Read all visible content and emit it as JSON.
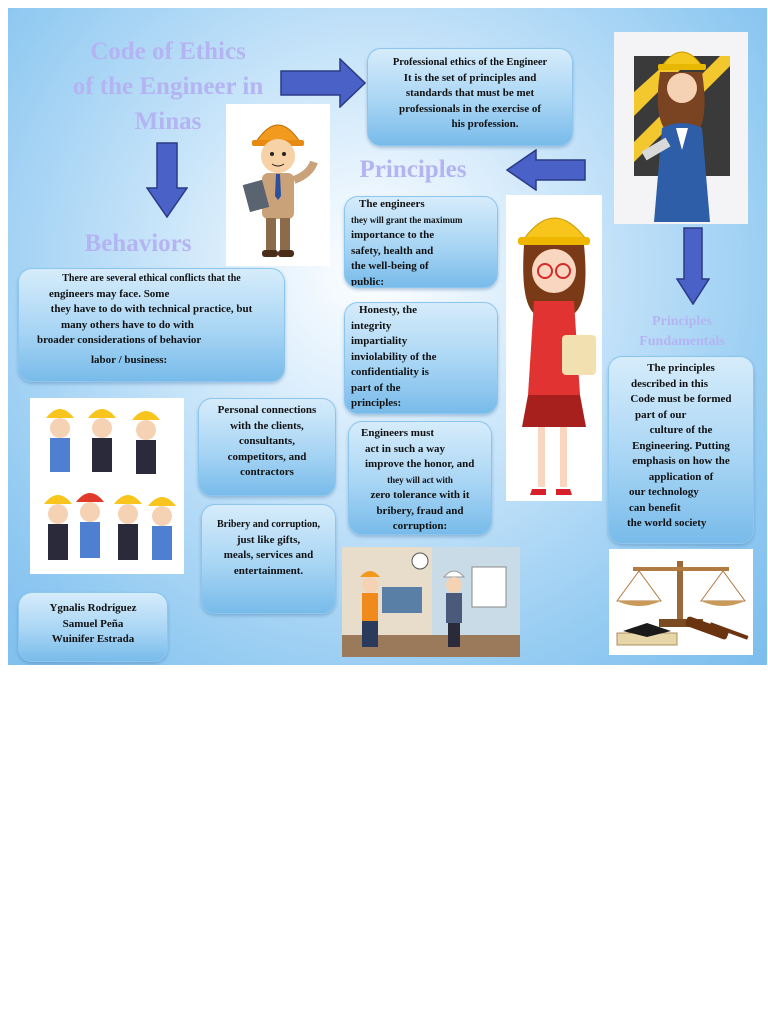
{
  "title": {
    "line1": "Code of Ethics",
    "line2": "of the Engineer in",
    "line3": "Minas"
  },
  "headings": {
    "behaviors": "Behaviors",
    "principles": "Principles",
    "principles_fundamentals_1": "Principles",
    "principles_fundamentals_2": "Fundamentals"
  },
  "definition": {
    "lines": [
      "Professional ethics of the Engineer",
      "It is the set of principles and",
      "standards that must be met",
      "professionals in the exercise of",
      "his profession."
    ]
  },
  "behaviors_box": {
    "lines": [
      "There are several ethical conflicts that the",
      "engineers may face. Some",
      "they have to do with technical practice, but",
      "many others have to do with",
      "broader considerations of behavior",
      "labor / business:"
    ]
  },
  "personal_connections": {
    "lines": [
      "Personal connections",
      "with the clients,",
      "consultants,",
      "competitors, and",
      "contractors"
    ]
  },
  "bribery": {
    "lines": [
      "Bribery and corruption,",
      "just like gifts,",
      "meals, services and",
      "entertainment."
    ]
  },
  "authors": {
    "lines": [
      "Ygnalis Rodríguez",
      "Samuel Peña",
      "Wuinifer Estrada"
    ]
  },
  "principle_1": {
    "lines": [
      "The engineers",
      "they will grant the maximum",
      "importance to the",
      "safety, health and",
      "the well-being of",
      "public:"
    ]
  },
  "principle_2": {
    "lines": [
      "Honesty, the",
      "integrity",
      "impartiality",
      "inviolability of the",
      "confidentiality is",
      "part of the",
      "principles:"
    ]
  },
  "principle_3": {
    "lines": [
      "Engineers must",
      "act in such a way",
      "improve the honor, and",
      "they will act with",
      "zero tolerance with it",
      "bribery, fraud and",
      "corruption:"
    ]
  },
  "fundamentals_box": {
    "lines": [
      "The principles",
      "described in this",
      "Code must be formed",
      "part of our",
      "culture of the",
      "Engineering. Putting",
      "emphasis on how the",
      "application of",
      "our technology",
      "can benefit",
      "the world society"
    ]
  },
  "icons": {
    "arrow_right": "arrow-right-icon",
    "arrow_left": "arrow-left-icon",
    "arrow_down": "arrow-down-icon"
  },
  "colors": {
    "title": "#b4b4f2",
    "arrow_fill": "#4a62c8",
    "arrow_stroke": "#2a3a86",
    "box_top": "#d6ecfb",
    "box_bottom": "#78bbea"
  }
}
